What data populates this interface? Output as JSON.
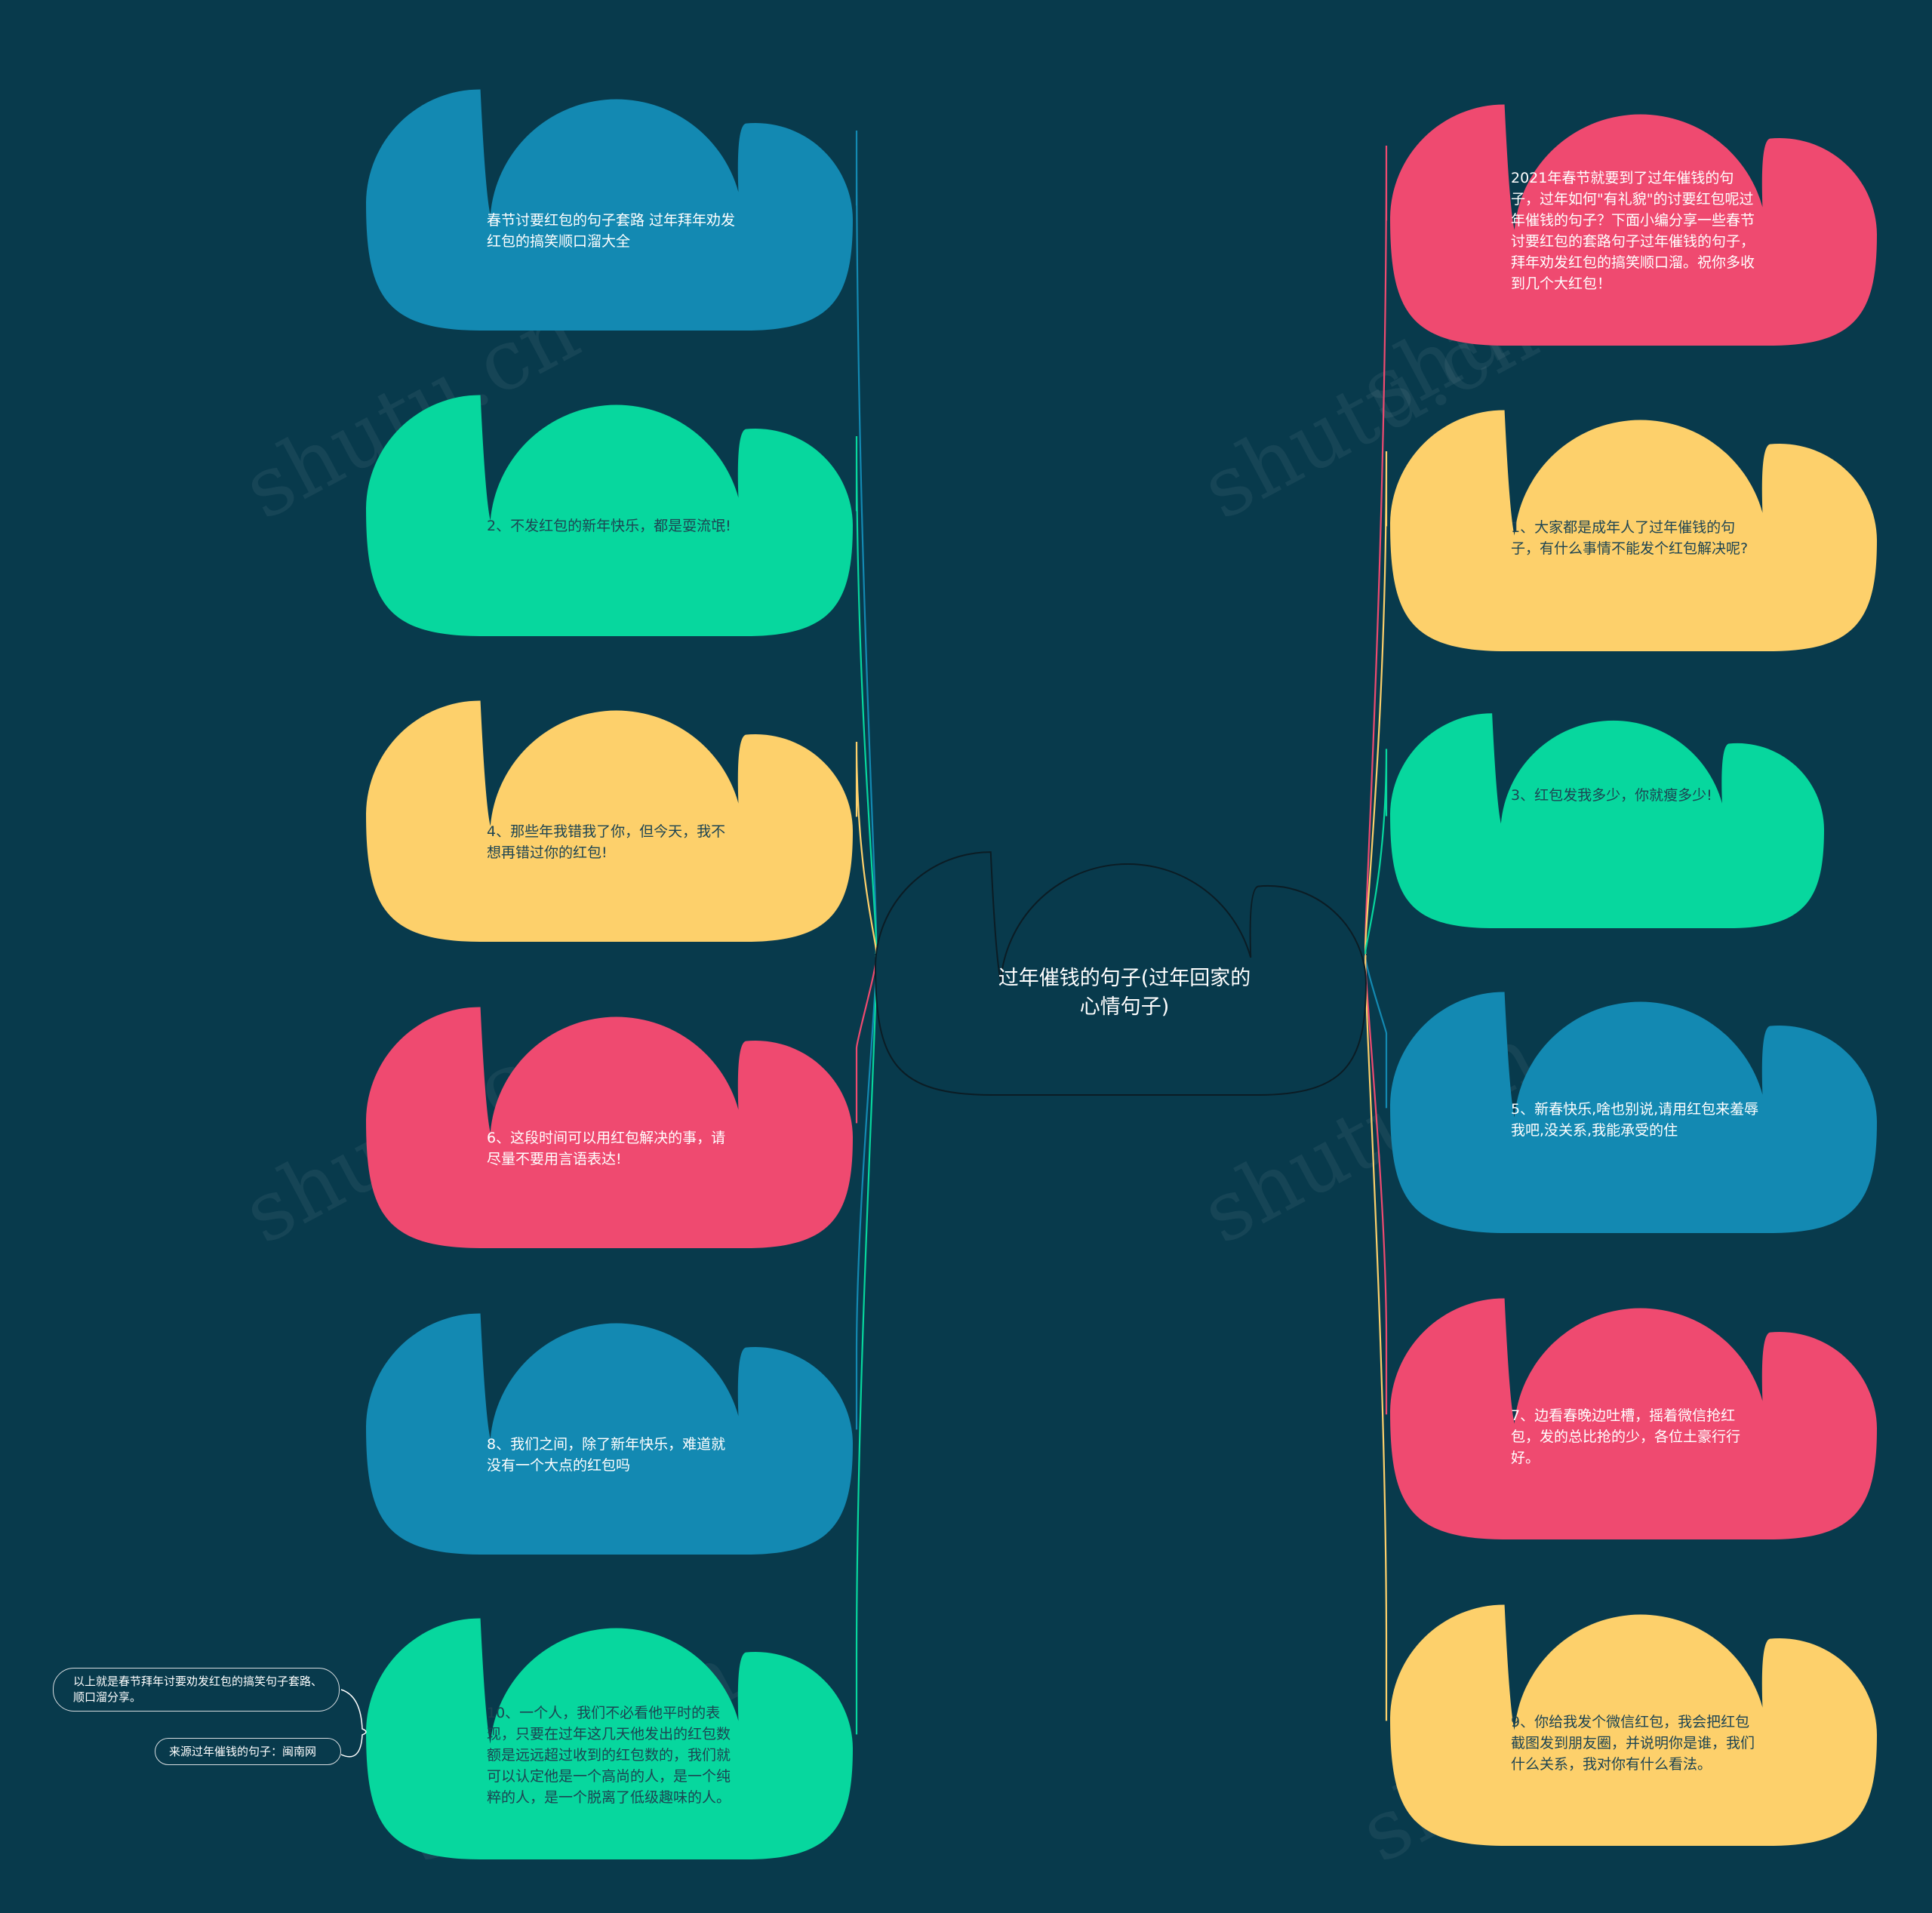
{
  "background_color": "#083a4c",
  "center": {
    "title": "过年催钱的句子(过年回家的心情句子)"
  },
  "nodes": [
    {
      "side": "left",
      "color": "#1389b2",
      "text_color": "light",
      "text": "春节讨要红包的句子套路 过年拜年劝发红包的搞笑顺口溜大全"
    },
    {
      "side": "left",
      "color": "#07d79e",
      "text_color": "dark",
      "text": "2、不发红包的新年快乐，都是耍流氓!"
    },
    {
      "side": "left",
      "color": "#fdd06b",
      "text_color": "dark",
      "text": "4、那些年我错我了你，但今天，我不想再错过你的红包!"
    },
    {
      "side": "left",
      "color": "#ef4a70",
      "text_color": "light",
      "text": "6、这段时间可以用红包解决的事，请尽量不要用言语表达!"
    },
    {
      "side": "left",
      "color": "#1389b2",
      "text_color": "light",
      "text": "8、我们之间，除了新年快乐，难道就没有一个大点的红包吗"
    },
    {
      "side": "left",
      "color": "#07d79e",
      "text_color": "dark",
      "text": "10、一个人，我们不必看他平时的表现，只要在过年这几天他发出的红包数额是远远超过收到的红包数的，我们就可以认定他是一个高尚的人，是一个纯粹的人，是一个脱离了低级趣味的人。"
    },
    {
      "side": "right",
      "color": "#ef4a70",
      "text_color": "light",
      "text": "2021年春节就要到了过年催钱的句子，过年如何\"有礼貌\"的讨要红包呢过年催钱的句子？下面小编分享一些春节讨要红包的套路句子过年催钱的句子，拜年劝发红包的搞笑顺口溜。祝你多收到几个大红包！"
    },
    {
      "side": "right",
      "color": "#fdd06b",
      "text_color": "dark",
      "text": "1、大家都是成年人了过年催钱的句子，有什么事情不能发个红包解决呢?"
    },
    {
      "side": "right",
      "color": "#07d79e",
      "text_color": "dark",
      "text": "3、红包发我多少，你就瘦多少!"
    },
    {
      "side": "right",
      "color": "#1389b2",
      "text_color": "light",
      "text": "5、新春快乐,啥也别说,请用红包来羞辱我吧,没关系,我能承受的住"
    },
    {
      "side": "right",
      "color": "#ef4a70",
      "text_color": "light",
      "text": "7、边看春晚边吐槽，摇着微信抢红包，发的总比抢的少，各位土豪行行好。"
    },
    {
      "side": "right",
      "color": "#fdd06b",
      "text_color": "dark",
      "text": "9、你给我发个微信红包，我会把红包截图发到朋友圈，并说明你是谁，我们什么关系，我对你有什么看法。"
    }
  ],
  "notes": [
    {
      "text": "以上就是春节拜年讨要劝发红包的搞笑句子套路、顺口溜分享。"
    },
    {
      "text": "来源过年催钱的句子：闽南网"
    }
  ],
  "watermark": "shutu.cn"
}
